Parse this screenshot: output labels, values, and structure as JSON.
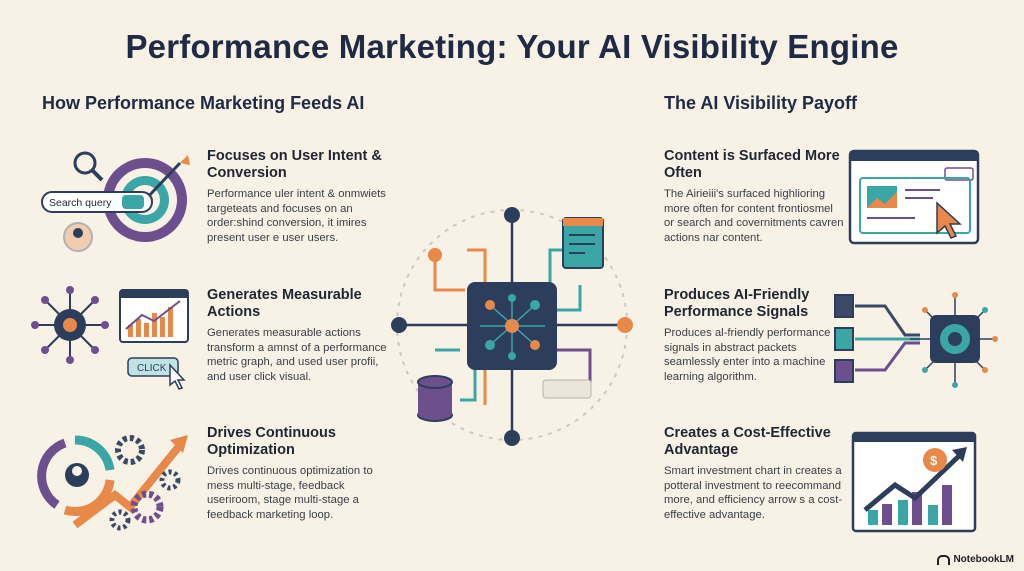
{
  "title": "Performance Marketing: Your AI Visibility Engine",
  "left_section": {
    "heading": "How Performance Marketing Feeds AI",
    "items": [
      {
        "title": "Focuses on User Intent & Conversion",
        "body": "Performance uler intent & onmwiets targeteats and focuses on an order:shind conversion, it imires present user e user users.",
        "icon": "target-search-icon",
        "icon_labels": {
          "search": "Search query"
        }
      },
      {
        "title": "Generates Measurable Actions",
        "body": "Generates measurable actions transform a amnst of a performance metric graph, and used user profii, and user click visual.",
        "icon": "network-chart-click-icon",
        "icon_labels": {
          "click": "CLICK"
        }
      },
      {
        "title": "Drives Continuous Optimization",
        "body": "Drives continuous optimization to mess multi-stage, feedback useriroom, stage multi-stage a feedback marketing loop.",
        "icon": "gears-growth-arrow-icon"
      }
    ]
  },
  "right_section": {
    "heading": "The AI Visibility Payoff",
    "items": [
      {
        "title": "Content is Surfaced More Often",
        "body": "The Airieiii's surfaced highlioring more often for content frontiosmel or search and covernitments cavren actions nar content.",
        "icon": "browser-cursor-icon"
      },
      {
        "title": "Produces AI-Friendly Performance Signals",
        "body": "Produces al-friendly performance signals in abstract packets seamlessly enter into a machine learning algorithm.",
        "icon": "documents-to-ai-chip-icon"
      },
      {
        "title": "Creates a Cost-Effective Advantage",
        "body": "Smart investment chart in creates a potteral investment to reecommand more, and efficiency arrow s a cost-effective advantage.",
        "icon": "investment-chart-icon"
      }
    ]
  },
  "center_icon": "ai-chip-network-hub-icon",
  "colors": {
    "background": "#f7f1e6",
    "navy": "#2c3e5c",
    "orange": "#e8894a",
    "purple": "#6e4f8e",
    "teal": "#3aa6a6"
  },
  "brand": "NotebookLM"
}
